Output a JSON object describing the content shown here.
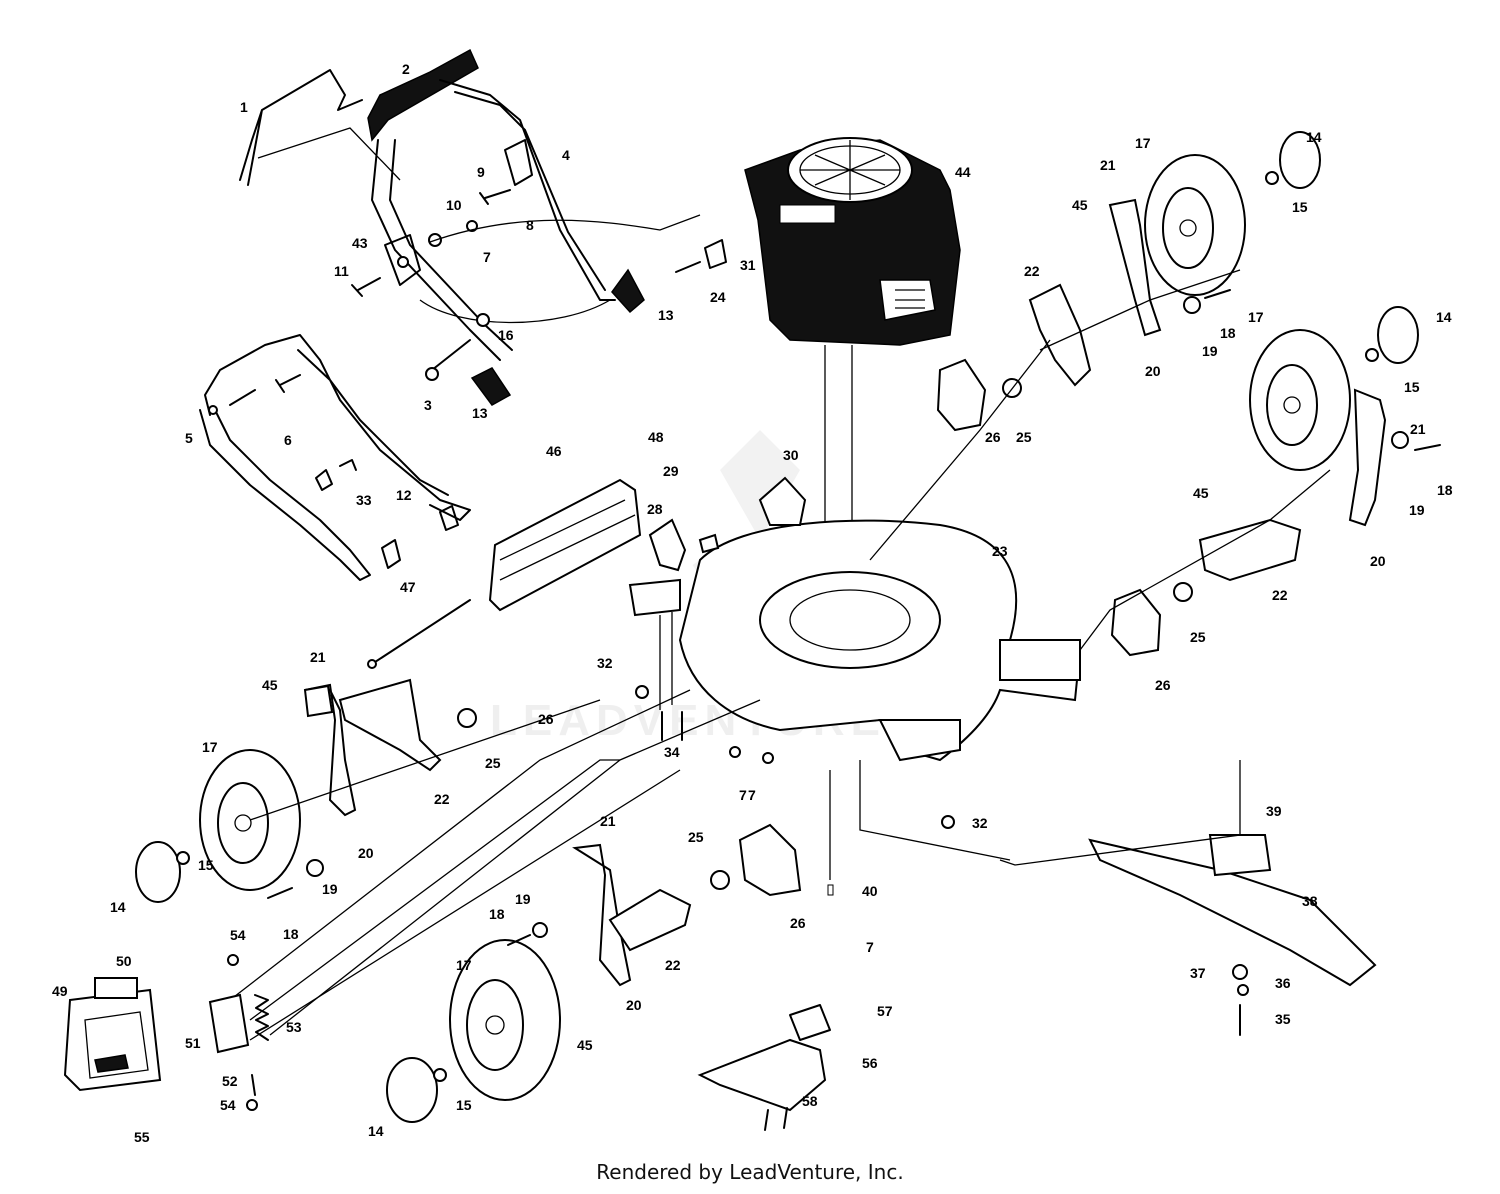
{
  "footer": {
    "credit": "Rendered by LeadVenture, Inc."
  },
  "watermark": {
    "text": "LEADVENTURE"
  },
  "callouts": [
    {
      "id": "c1",
      "text": "1"
    },
    {
      "id": "c2",
      "text": "2"
    },
    {
      "id": "c3",
      "text": "3"
    },
    {
      "id": "c4",
      "text": "4"
    },
    {
      "id": "c5",
      "text": "5"
    },
    {
      "id": "c6",
      "text": "6"
    },
    {
      "id": "c7a",
      "text": "7"
    },
    {
      "id": "c7b",
      "text": "7"
    },
    {
      "id": "c7c",
      "text": "7"
    },
    {
      "id": "c7d",
      "text": "7"
    },
    {
      "id": "c8",
      "text": "8"
    },
    {
      "id": "c9",
      "text": "9"
    },
    {
      "id": "c10",
      "text": "10"
    },
    {
      "id": "c11",
      "text": "11"
    },
    {
      "id": "c12",
      "text": "12"
    },
    {
      "id": "c13a",
      "text": "13"
    },
    {
      "id": "c13b",
      "text": "13"
    },
    {
      "id": "c14a",
      "text": "14"
    },
    {
      "id": "c14b",
      "text": "14"
    },
    {
      "id": "c14c",
      "text": "14"
    },
    {
      "id": "c14d",
      "text": "14"
    },
    {
      "id": "c15a",
      "text": "15"
    },
    {
      "id": "c15b",
      "text": "15"
    },
    {
      "id": "c15c",
      "text": "15"
    },
    {
      "id": "c15d",
      "text": "15"
    },
    {
      "id": "c16",
      "text": "16"
    },
    {
      "id": "c17a",
      "text": "17"
    },
    {
      "id": "c17b",
      "text": "17"
    },
    {
      "id": "c17c",
      "text": "17"
    },
    {
      "id": "c17d",
      "text": "17"
    },
    {
      "id": "c18a",
      "text": "18"
    },
    {
      "id": "c18b",
      "text": "18"
    },
    {
      "id": "c18c",
      "text": "18"
    },
    {
      "id": "c18d",
      "text": "18"
    },
    {
      "id": "c19a",
      "text": "19"
    },
    {
      "id": "c19b",
      "text": "19"
    },
    {
      "id": "c19c",
      "text": "19"
    },
    {
      "id": "c19d",
      "text": "19"
    },
    {
      "id": "c20a",
      "text": "20"
    },
    {
      "id": "c20b",
      "text": "20"
    },
    {
      "id": "c20c",
      "text": "20"
    },
    {
      "id": "c20d",
      "text": "20"
    },
    {
      "id": "c21a",
      "text": "21"
    },
    {
      "id": "c21b",
      "text": "21"
    },
    {
      "id": "c21c",
      "text": "21"
    },
    {
      "id": "c21d",
      "text": "21"
    },
    {
      "id": "c22a",
      "text": "22"
    },
    {
      "id": "c22b",
      "text": "22"
    },
    {
      "id": "c22c",
      "text": "22"
    },
    {
      "id": "c22d",
      "text": "22"
    },
    {
      "id": "c23",
      "text": "23"
    },
    {
      "id": "c24",
      "text": "24"
    },
    {
      "id": "c25a",
      "text": "25"
    },
    {
      "id": "c25b",
      "text": "25"
    },
    {
      "id": "c25c",
      "text": "25"
    },
    {
      "id": "c25d",
      "text": "25"
    },
    {
      "id": "c26a",
      "text": "26"
    },
    {
      "id": "c26b",
      "text": "26"
    },
    {
      "id": "c26c",
      "text": "26"
    },
    {
      "id": "c26d",
      "text": "26"
    },
    {
      "id": "c28",
      "text": "28"
    },
    {
      "id": "c29",
      "text": "29"
    },
    {
      "id": "c30",
      "text": "30"
    },
    {
      "id": "c31",
      "text": "31"
    },
    {
      "id": "c32a",
      "text": "32"
    },
    {
      "id": "c32b",
      "text": "32"
    },
    {
      "id": "c33",
      "text": "33"
    },
    {
      "id": "c34",
      "text": "34"
    },
    {
      "id": "c35",
      "text": "35"
    },
    {
      "id": "c36",
      "text": "36"
    },
    {
      "id": "c37",
      "text": "37"
    },
    {
      "id": "c38",
      "text": "38"
    },
    {
      "id": "c39",
      "text": "39"
    },
    {
      "id": "c40",
      "text": "40"
    },
    {
      "id": "c43",
      "text": "43"
    },
    {
      "id": "c44",
      "text": "44"
    },
    {
      "id": "c45a",
      "text": "45"
    },
    {
      "id": "c45b",
      "text": "45"
    },
    {
      "id": "c45c",
      "text": "45"
    },
    {
      "id": "c45d",
      "text": "45"
    },
    {
      "id": "c46",
      "text": "46"
    },
    {
      "id": "c47",
      "text": "47"
    },
    {
      "id": "c48",
      "text": "48"
    },
    {
      "id": "c49",
      "text": "49"
    },
    {
      "id": "c50",
      "text": "50"
    },
    {
      "id": "c51",
      "text": "51"
    },
    {
      "id": "c52",
      "text": "52"
    },
    {
      "id": "c53",
      "text": "53"
    },
    {
      "id": "c54a",
      "text": "54"
    },
    {
      "id": "c54b",
      "text": "54"
    },
    {
      "id": "c55",
      "text": "55"
    },
    {
      "id": "c56",
      "text": "56"
    },
    {
      "id": "c57",
      "text": "57"
    },
    {
      "id": "c58",
      "text": "58"
    }
  ]
}
